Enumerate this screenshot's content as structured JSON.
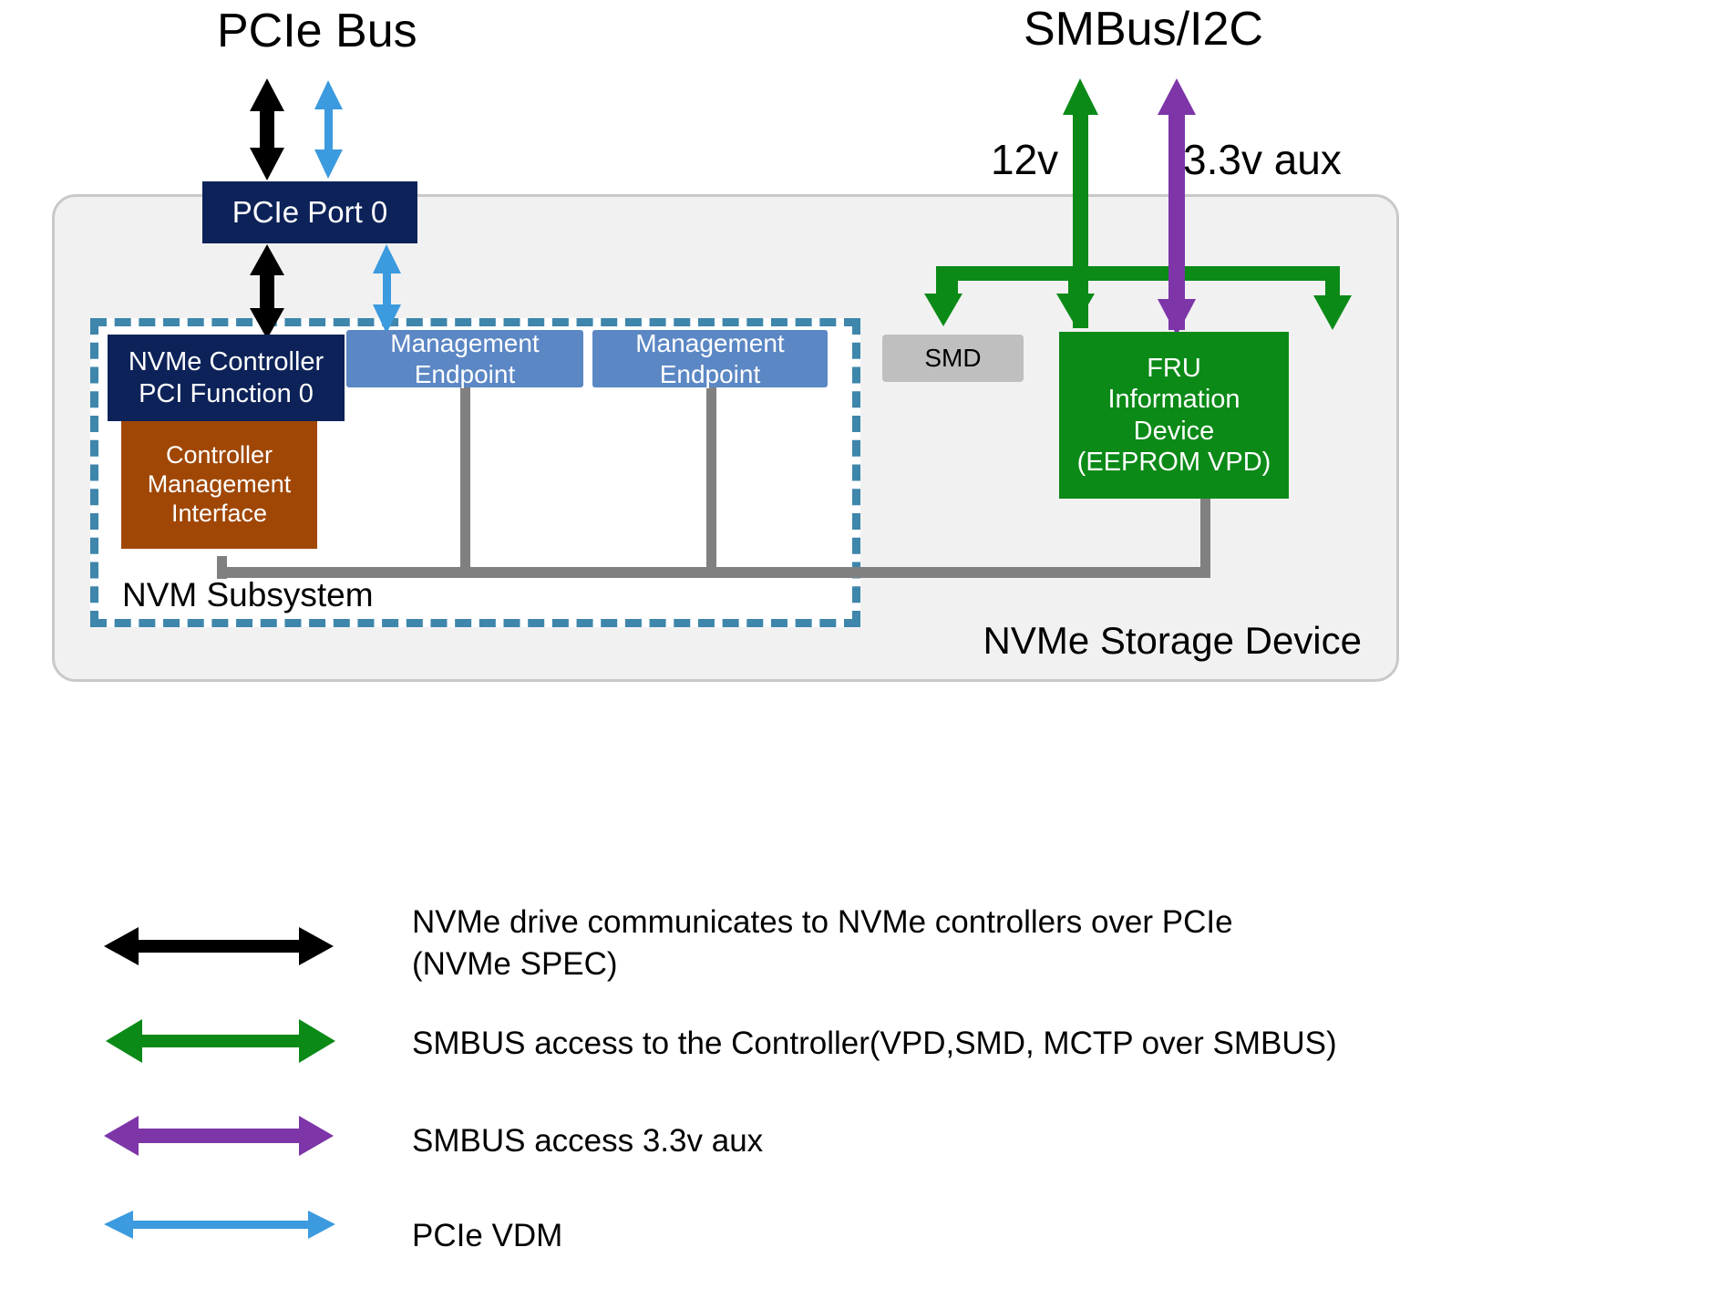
{
  "diagram": {
    "title_external": {
      "pcie_bus": "PCIe Bus",
      "smbus_i2c": "SMBus/I2C"
    },
    "power_labels": {
      "v12": "12v",
      "v33aux": "3.3v aux"
    },
    "container": {
      "label": "NVMe Storage Device",
      "fill": "#f1f1f1",
      "border": "#c9c9c9"
    },
    "subsystem": {
      "label": "NVM Subsystem",
      "border": "#3e86ab",
      "fill": "#ffffff"
    },
    "boxes": {
      "pcie_port": {
        "label": "PCIe Port 0",
        "fill": "#0d2258",
        "text": "#ffffff"
      },
      "nvme_controller": {
        "line1": "NVMe Controller",
        "line2": "PCI Function 0",
        "fill": "#0d2258",
        "text": "#ffffff"
      },
      "controller_mgmt_interface": {
        "line1": "Controller",
        "line2": "Management",
        "line3": "Interface",
        "fill": "#a04705",
        "text": "#ffffff"
      },
      "mgmt_endpoint_1": {
        "line1": "Management",
        "line2": "Endpoint",
        "fill": "#5b87c4",
        "text": "#ffffff"
      },
      "mgmt_endpoint_2": {
        "line1": "Management",
        "line2": "Endpoint",
        "fill": "#5b87c4",
        "text": "#ffffff"
      },
      "smd": {
        "label": "SMD",
        "fill": "#bfbfbf",
        "text": "#000000"
      },
      "fru": {
        "line1": "FRU",
        "line2": "Information",
        "line3": "Device",
        "line4": "(EEPROM VPD)",
        "fill": "#0b8a17",
        "text": "#ffffff"
      }
    },
    "connector_colors": {
      "pcie_nvme": "#000000",
      "smbus_green": "#0b8a17",
      "smbus_aux_purple": "#7d35a8",
      "pcie_vdm_blue": "#3c9ade",
      "internal_bus_gray": "#808080"
    },
    "legend": [
      {
        "arrow": "double-headed-arrow-black",
        "color": "#000000",
        "text": "NVMe drive communicates to NVMe controllers over PCIe\n(NVMe SPEC)"
      },
      {
        "arrow": "double-headed-arrow-green",
        "color": "#0b8a17",
        "text": "SMBUS access to the Controller(VPD,SMD, MCTP over SMBUS)"
      },
      {
        "arrow": "double-headed-arrow-purple",
        "color": "#7d35a8",
        "text": "SMBUS access 3.3v aux"
      },
      {
        "arrow": "double-headed-arrow-blue",
        "color": "#3c9ade",
        "text": "PCIe VDM"
      }
    ]
  }
}
